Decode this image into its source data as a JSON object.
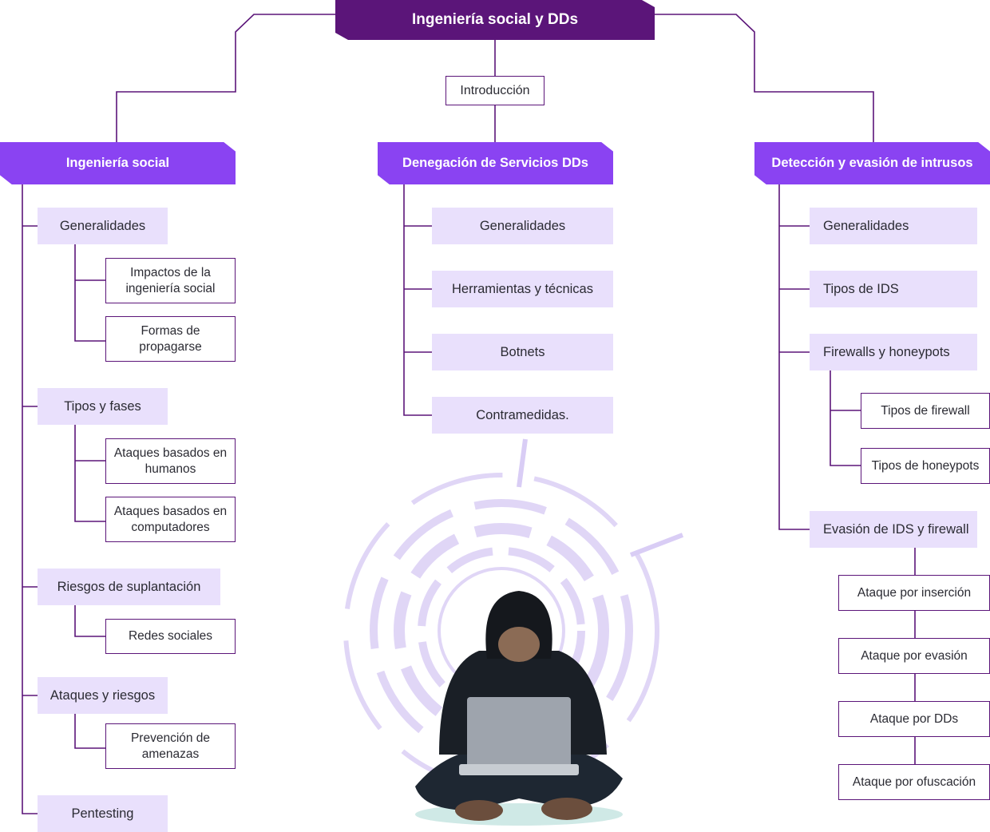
{
  "title": "Ingeniería social y DDs",
  "intro": "Introducción",
  "columns": [
    {
      "header": "Ingeniería social",
      "groups": [
        {
          "label": "Generalidades",
          "children": [
            "Impactos de la ingeniería social",
            "Formas de propagarse"
          ]
        },
        {
          "label": "Tipos y fases",
          "children": [
            "Ataques basados en humanos",
            "Ataques basados en computadores"
          ]
        },
        {
          "label": "Riesgos de suplantación",
          "children": [
            "Redes sociales"
          ]
        },
        {
          "label": "Ataques y riesgos",
          "children": [
            "Prevención de amenazas"
          ]
        },
        {
          "label": "Pentesting",
          "children": []
        }
      ]
    },
    {
      "header": "Denegación de Servicios DDs",
      "groups": [
        {
          "label": "Generalidades",
          "children": []
        },
        {
          "label": "Herramientas y técnicas",
          "children": []
        },
        {
          "label": "Botnets",
          "children": []
        },
        {
          "label": "Contramedidas.",
          "children": []
        }
      ]
    },
    {
      "header": "Detección y evasión de intrusos",
      "groups": [
        {
          "label": "Generalidades",
          "children": []
        },
        {
          "label": "Tipos de IDS",
          "children": []
        },
        {
          "label": "Firewalls y honeypots",
          "children": [
            "Tipos de firewall",
            "Tipos de honeypots"
          ]
        },
        {
          "label": "Evasión de IDS y firewall",
          "children": [
            "Ataque por inserción",
            "Ataque por evasión",
            "Ataque por DDs",
            "Ataque por ofuscación"
          ]
        }
      ]
    }
  ],
  "colors": {
    "top": "#5b1579",
    "section": "#8a43f2",
    "item": "#e9e0fc",
    "line": "#5b1579"
  },
  "illustration": "hacker-with-laptop-image"
}
